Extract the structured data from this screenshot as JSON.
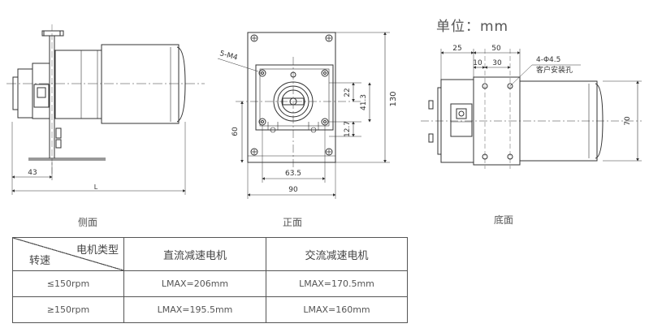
{
  "unit_label": "单位：mm",
  "views": {
    "side": "侧面",
    "front": "正面",
    "bottom": "底面"
  },
  "dimensions": {
    "side_43": "43",
    "side_L": "L",
    "front_5m4": "5-M4",
    "front_22": "22",
    "front_41_3": "41.3",
    "front_130": "130",
    "front_12_7": "12.7",
    "front_60": "60",
    "front_63_5": "63.5",
    "front_90": "90",
    "bottom_25": "25",
    "bottom_50": "50",
    "bottom_10": "10",
    "bottom_30": "30",
    "bottom_hole": "4-Φ4.5",
    "bottom_hole_note": "客户安装孔",
    "bottom_70": "70"
  },
  "table": {
    "header_top": "电机类型",
    "header_bottom": "转速",
    "col_dc": "直流减速电机",
    "col_ac": "交流减速电机",
    "rows": [
      {
        "speed": "≤150rpm",
        "dc": "LMAX=206mm",
        "ac": "LMAX=170.5mm"
      },
      {
        "speed": "≥150rpm",
        "dc": "LMAX=195.5mm",
        "ac": "LMAX=160mm"
      }
    ]
  }
}
